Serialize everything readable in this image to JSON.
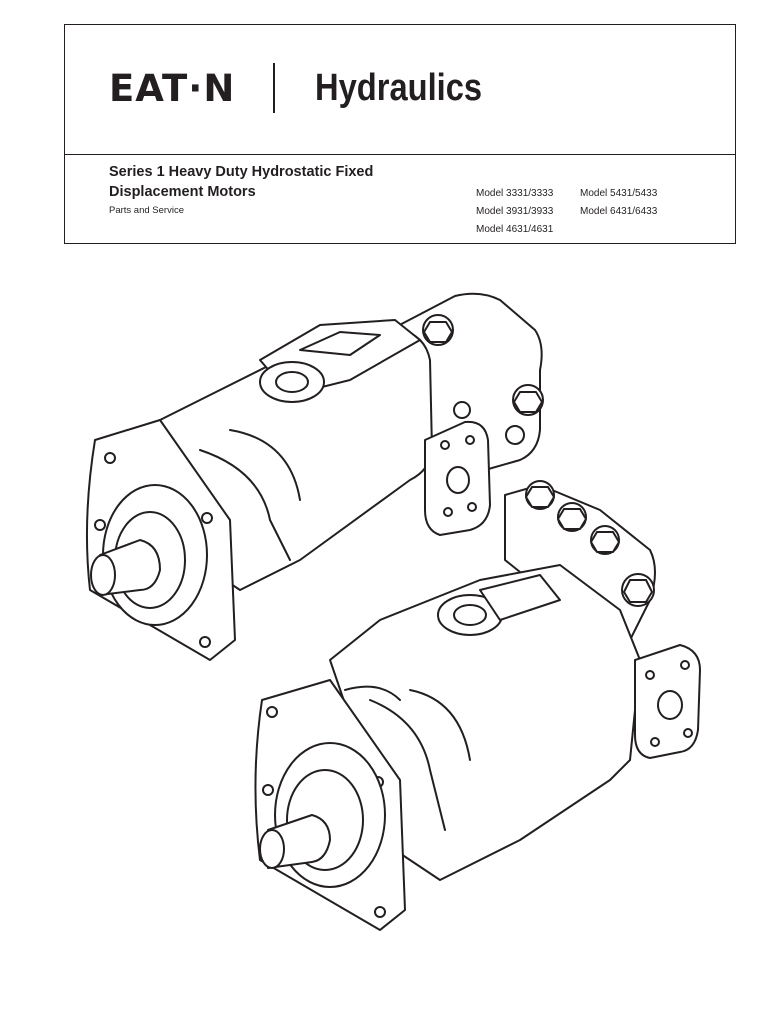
{
  "header": {
    "brand": "E•A•T•N",
    "brand_display": "EAT·N",
    "division": "Hydraulics"
  },
  "document": {
    "title": "Series 1 Heavy Duty Hydrostatic Fixed Displacement Motors",
    "subtitle": "Parts and Service"
  },
  "models": {
    "col1": [
      "Model 3331/3333",
      "Model 3931/3933",
      "Model 4631/4631"
    ],
    "col2": [
      "Model 5431/5433",
      "Model 6431/6433"
    ]
  }
}
